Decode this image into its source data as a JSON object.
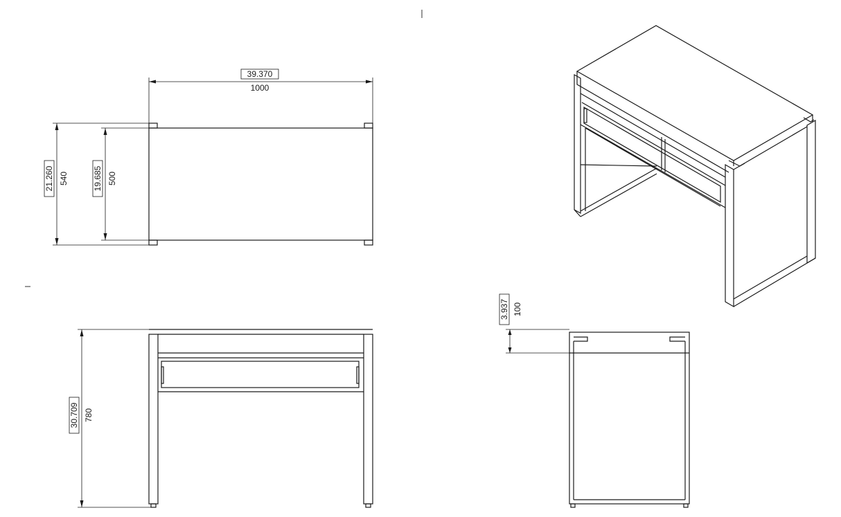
{
  "dimensions": {
    "width_inch": "39.370",
    "width_mm": "1000",
    "depth_outer_inch": "21.260",
    "depth_outer_mm": "540",
    "depth_inner_inch": "19.685",
    "depth_inner_mm": "500",
    "height_inch": "30.709",
    "height_mm": "780",
    "apron_inch": "3.937",
    "apron_mm": "100"
  }
}
